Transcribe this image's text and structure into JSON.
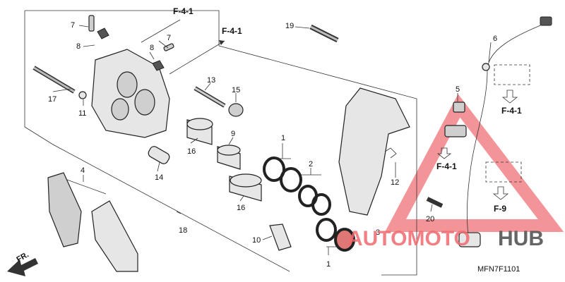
{
  "callouts": {
    "c1": "1",
    "c2": "2",
    "c3": "3",
    "c4": "4",
    "c5": "5",
    "c6": "6",
    "c7": "7",
    "c8": "8",
    "c9": "9",
    "c10": "10",
    "c11": "11",
    "c12": "12",
    "c13": "13",
    "c14": "14",
    "c15": "15",
    "c16": "16",
    "c17": "17",
    "c18": "18",
    "c19": "19",
    "c20": "20"
  },
  "references": {
    "f41": "F-4-1",
    "f9": "F-9",
    "front": "FR."
  },
  "diagram_code": "MFN7F1101",
  "watermark": {
    "part1": "AUTOMOTO",
    "part2": "HUB",
    "color1": "#f0696e",
    "color2": "#555555"
  }
}
